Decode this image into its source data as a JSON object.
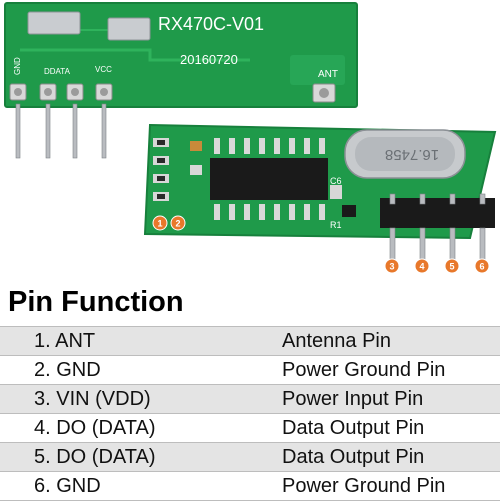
{
  "photo": {
    "board_top": {
      "model_label": "RX470C-V01",
      "date_label": "20160720",
      "silk_gnd": "GND",
      "silk_data": "DDATA",
      "silk_vcc": "VCC",
      "silk_ant": "ANT"
    },
    "board_bottom": {
      "crystal_label": "16.7458",
      "cap_label": "C6",
      "resistor_label": "R1",
      "pin_markers": [
        "1",
        "2",
        "3",
        "4",
        "5",
        "6"
      ]
    },
    "colors": {
      "pcb_green": "#1f9a4a",
      "pin_marker": "#e8782b",
      "header_black": "#1a1a1a"
    }
  },
  "pin_function": {
    "heading": "Pin Function",
    "rows": [
      {
        "name": "1. ANT",
        "function": "Antenna Pin"
      },
      {
        "name": "2. GND",
        "function": "Power Ground Pin"
      },
      {
        "name": "3. VIN (VDD)",
        "function": "Power Input Pin"
      },
      {
        "name": "4. DO (DATA)",
        "function": "Data Output Pin"
      },
      {
        "name": "5. DO (DATA)",
        "function": "Data Output Pin"
      },
      {
        "name": "6. GND",
        "function": "Power Ground Pin"
      }
    ]
  }
}
